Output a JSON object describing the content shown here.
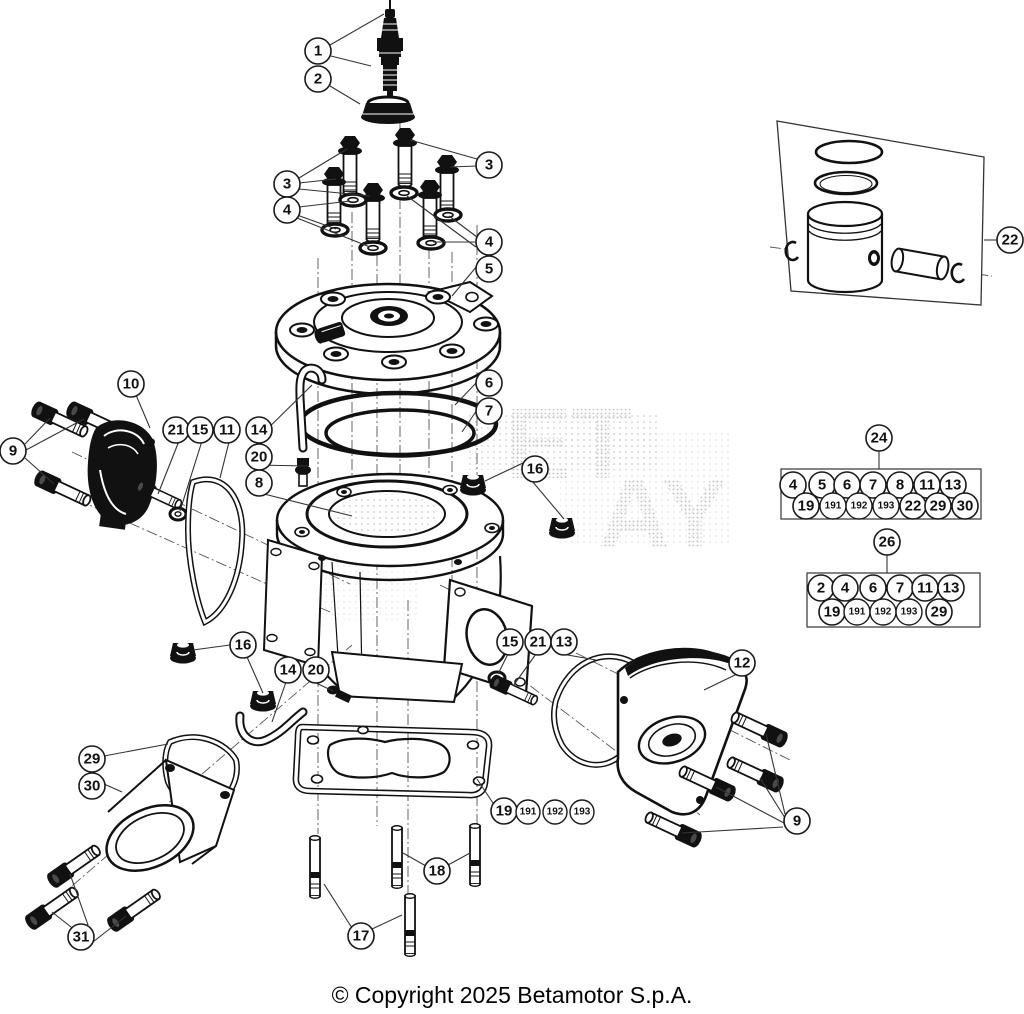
{
  "diagram": {
    "copyright": "© Copyright 2025 Betamotor S.p.A.",
    "watermark": {
      "line1": "ET",
      "line2": "AY"
    },
    "callouts": [
      {
        "label": "1"
      },
      {
        "label": "2"
      },
      {
        "label": "3"
      },
      {
        "label": "3"
      },
      {
        "label": "4"
      },
      {
        "label": "4"
      },
      {
        "label": "5"
      },
      {
        "label": "6"
      },
      {
        "label": "7"
      },
      {
        "label": "10"
      },
      {
        "label": "9"
      },
      {
        "label": "21"
      },
      {
        "label": "15"
      },
      {
        "label": "11"
      },
      {
        "label": "14"
      },
      {
        "label": "20"
      },
      {
        "label": "8"
      },
      {
        "label": "16"
      },
      {
        "label": "24"
      },
      {
        "label": "22"
      },
      {
        "label": "26"
      },
      {
        "label": "16"
      },
      {
        "label": "14"
      },
      {
        "label": "20"
      },
      {
        "label": "15"
      },
      {
        "label": "21"
      },
      {
        "label": "13"
      },
      {
        "label": "12"
      },
      {
        "label": "29"
      },
      {
        "label": "30"
      },
      {
        "label": "19"
      },
      {
        "label": "191"
      },
      {
        "label": "192"
      },
      {
        "label": "193"
      },
      {
        "label": "18"
      },
      {
        "label": "17"
      },
      {
        "label": "31"
      },
      {
        "label": "9"
      }
    ],
    "kits": {
      "kit24": {
        "row1": [
          "4",
          "5",
          "6",
          "7",
          "8",
          "11",
          "13"
        ],
        "row2": [
          "19",
          "191",
          "192",
          "193",
          "22",
          "29",
          "30"
        ]
      },
      "kit26": {
        "row1": [
          "2",
          "4",
          "6",
          "7",
          "11",
          "13"
        ],
        "row2": [
          "19",
          "191",
          "192",
          "193",
          "29"
        ]
      }
    }
  }
}
